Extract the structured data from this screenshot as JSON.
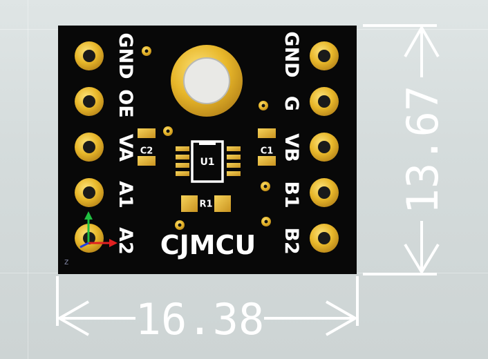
{
  "board": {
    "name": "CJMCU",
    "left_pins": [
      "GND",
      "OE",
      "VA",
      "A1",
      "A2"
    ],
    "right_pins": [
      "GND",
      "G",
      "VB",
      "B1",
      "B2"
    ],
    "components": {
      "u1": "U1",
      "c1": "C1",
      "c2": "C2",
      "r1": "R1"
    }
  },
  "dimensions": {
    "width": "16.38",
    "height": "13.67"
  },
  "colors": {
    "board": "#080808",
    "gold": "#e8b72a",
    "silkscreen": "#ffffff",
    "dimension_lines": "#ffffff",
    "background": "#d9dfdf"
  },
  "axis_gizmo": {
    "x_color": "#e02020",
    "y_color": "#20c040",
    "z_color": "#2040e0"
  }
}
